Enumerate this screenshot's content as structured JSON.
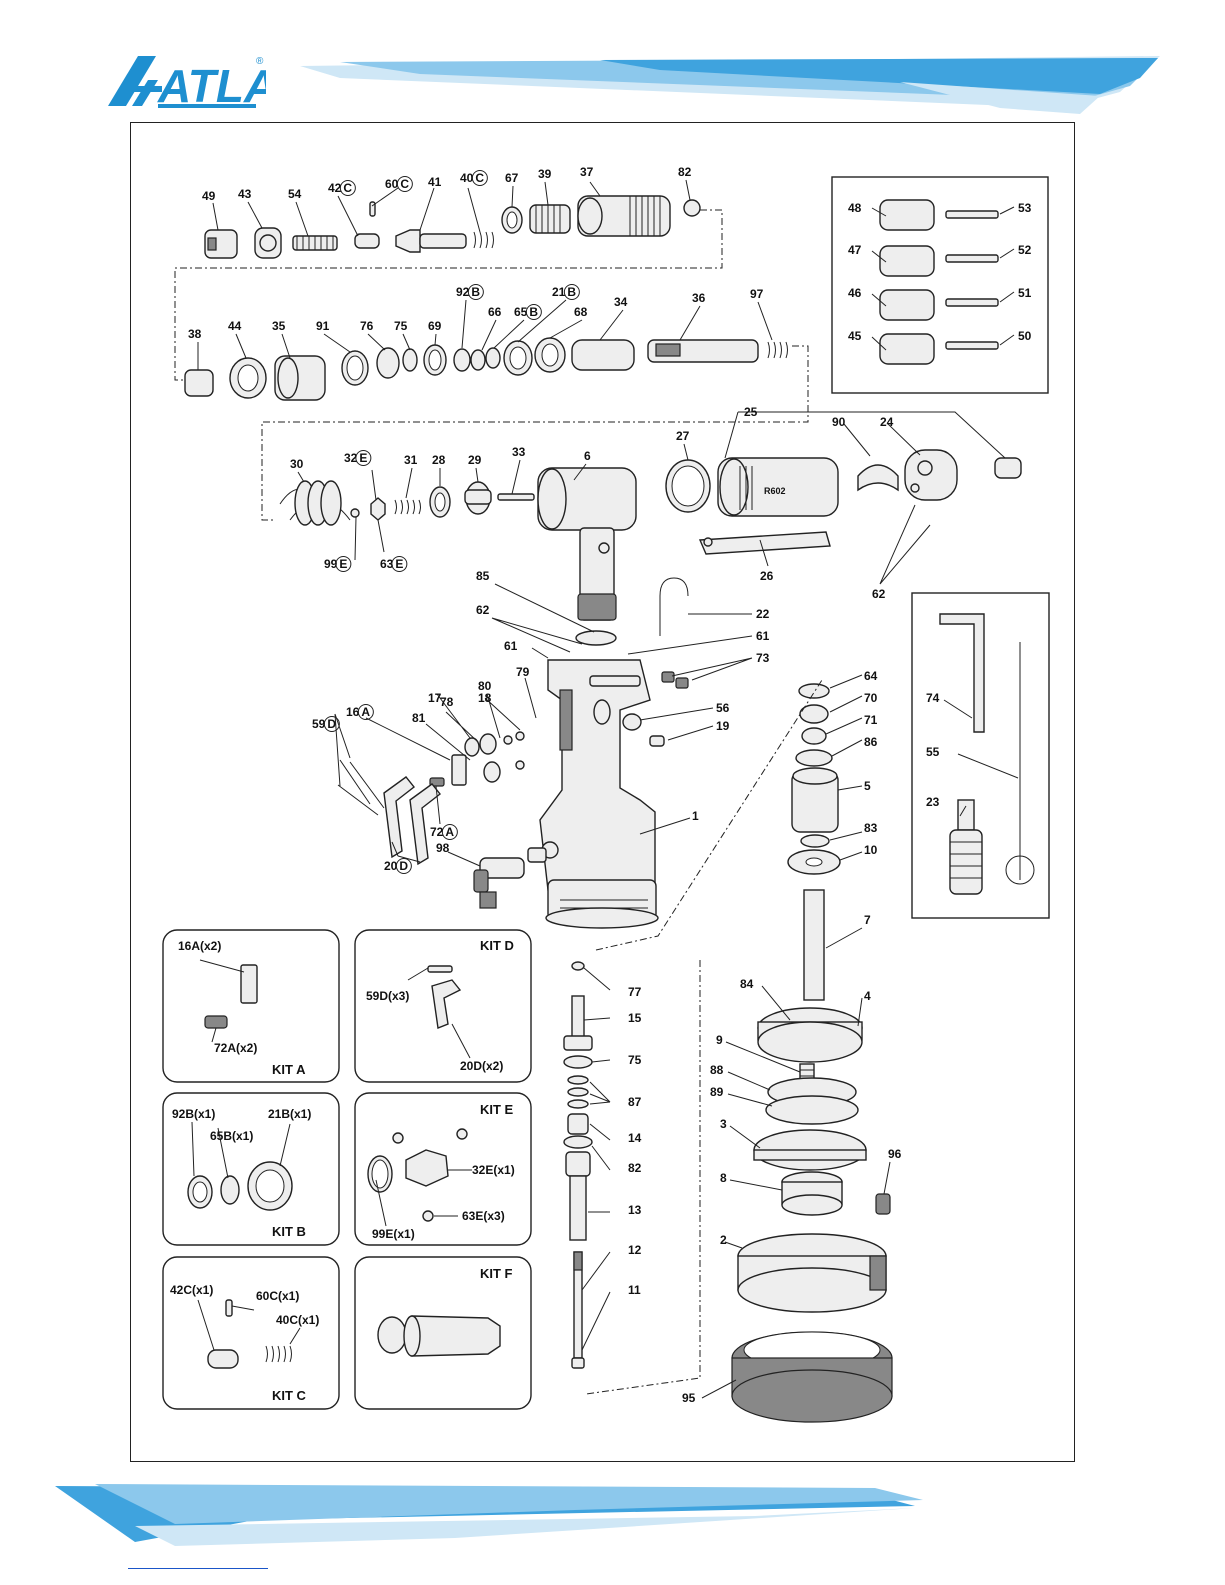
{
  "brand": {
    "name": "ATLAS",
    "mark": "®",
    "color": "#1e8fd0"
  },
  "colors": {
    "banner_light": "#cfe7f6",
    "banner_mid": "#8cc8ec",
    "banner_dark": "#3fa3de"
  },
  "kits": {
    "a": {
      "title": "KIT A",
      "items": [
        "16A(x2)",
        "72A(x2)"
      ]
    },
    "b": {
      "title": "KIT B",
      "items": [
        "92B(x1)",
        "65B(x1)",
        "21B(x1)"
      ]
    },
    "c": {
      "title": "KIT C",
      "items": [
        "42C(x1)",
        "60C(x1)",
        "40C(x1)"
      ]
    },
    "d": {
      "title": "KIT D",
      "items": [
        "59D(x3)",
        "20D(x2)"
      ]
    },
    "e": {
      "title": "KIT E",
      "items": [
        "32E(x1)",
        "99E(x1)",
        "63E(x3)"
      ]
    },
    "f": {
      "title": "KIT F"
    }
  },
  "callouts": {
    "p49": "49",
    "p43": "43",
    "p54": "54",
    "p42c": "42",
    "p60c": "60",
    "p41": "41",
    "p40c": "40",
    "p67": "67",
    "p39": "39",
    "p37": "37",
    "p82a": "82",
    "p38": "38",
    "p44": "44",
    "p35": "35",
    "p91": "91",
    "p76": "76",
    "p75a": "75",
    "p69": "69",
    "p92b": "92",
    "p66": "66",
    "p65b": "65",
    "p21b": "21",
    "p68": "68",
    "p34": "34",
    "p36": "36",
    "p97": "97",
    "p30": "30",
    "p32e": "32",
    "p31": "31",
    "p28": "28",
    "p29": "29",
    "p33": "33",
    "p6": "6",
    "p27": "27",
    "p25": "25",
    "p90": "90",
    "p24": "24",
    "p99e": "99",
    "p63e": "63",
    "p26": "26",
    "p62a": "62",
    "p62b": "62",
    "p85": "85",
    "p22": "22",
    "p61a": "61",
    "p61b": "61",
    "p73": "73",
    "p79": "79",
    "p80": "80",
    "p18": "18",
    "p17": "17",
    "p78": "78",
    "p81": "81",
    "p16a": "16",
    "p59d": "59",
    "p72a": "72",
    "p20d": "20",
    "p56": "56",
    "p19": "19",
    "p1": "1",
    "p98": "98",
    "p64": "64",
    "p70": "70",
    "p71": "71",
    "p86": "86",
    "p5": "5",
    "p83": "83",
    "p10": "10",
    "p7": "7",
    "p84": "84",
    "p4": "4",
    "p9": "9",
    "p88": "88",
    "p89": "89",
    "p3": "3",
    "p96": "96",
    "p8": "8",
    "p2": "2",
    "p95": "95",
    "p77": "77",
    "p15": "15",
    "p75b": "75",
    "p87": "87",
    "p14": "14",
    "p82b": "82",
    "p13": "13",
    "p12": "12",
    "p11": "11",
    "p48": "48",
    "p53": "53",
    "p47": "47",
    "p52": "52",
    "p46": "46",
    "p51": "51",
    "p45": "45",
    "p50": "50",
    "p74": "74",
    "p55": "55",
    "p23": "23"
  },
  "circled": {
    "c": "C",
    "b": "B",
    "e": "E",
    "a": "A",
    "d": "D"
  }
}
